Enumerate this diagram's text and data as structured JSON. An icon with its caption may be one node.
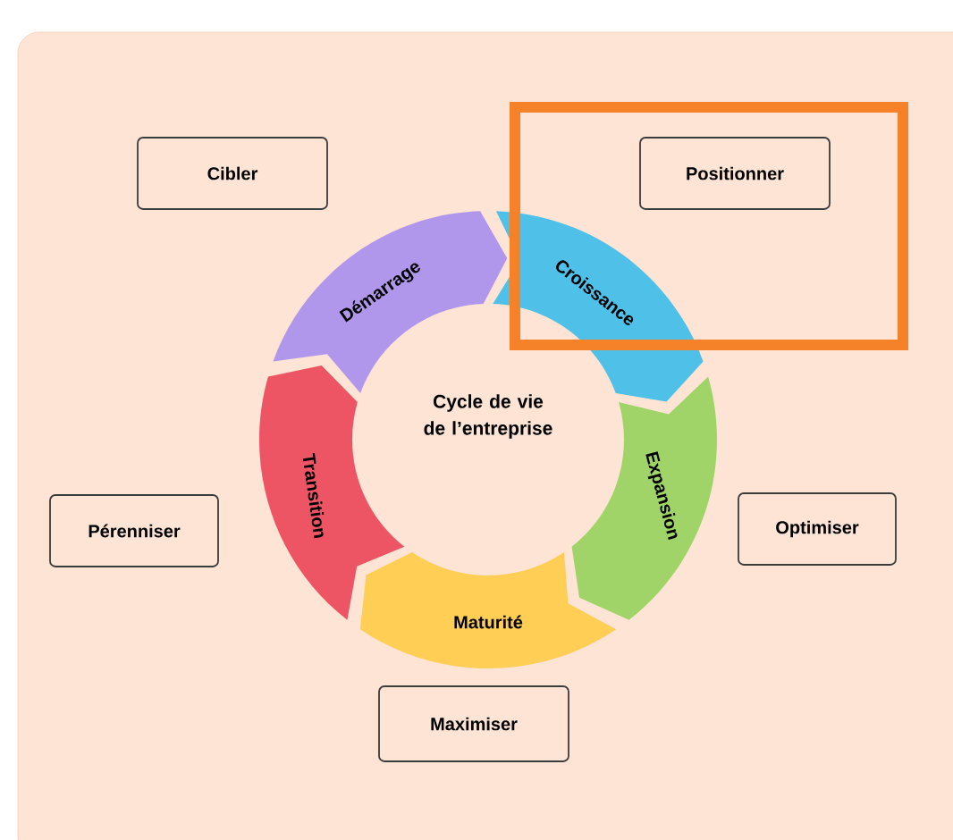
{
  "diagram": {
    "nodes": [
      {
        "text": [
          "Cibler"
        ]
      },
      {
        "text": [
          "Positionner"
        ]
      },
      {
        "text": [
          "Démarrage"
        ]
      },
      {
        "text": [
          "Croissance"
        ]
      },
      {
        "text": [
          "Transition"
        ]
      },
      {
        "text": [
          "Expansion"
        ]
      },
      {
        "text": [
          "Pérenniser"
        ]
      },
      {
        "text": [
          "Optimiser"
        ]
      },
      {
        "text": [
          "Maturité"
        ]
      },
      {
        "text": [
          "Maximiser"
        ]
      }
    ],
    "labels": [
      "Cycle de vie de l’entreprise"
    ]
  }
}
